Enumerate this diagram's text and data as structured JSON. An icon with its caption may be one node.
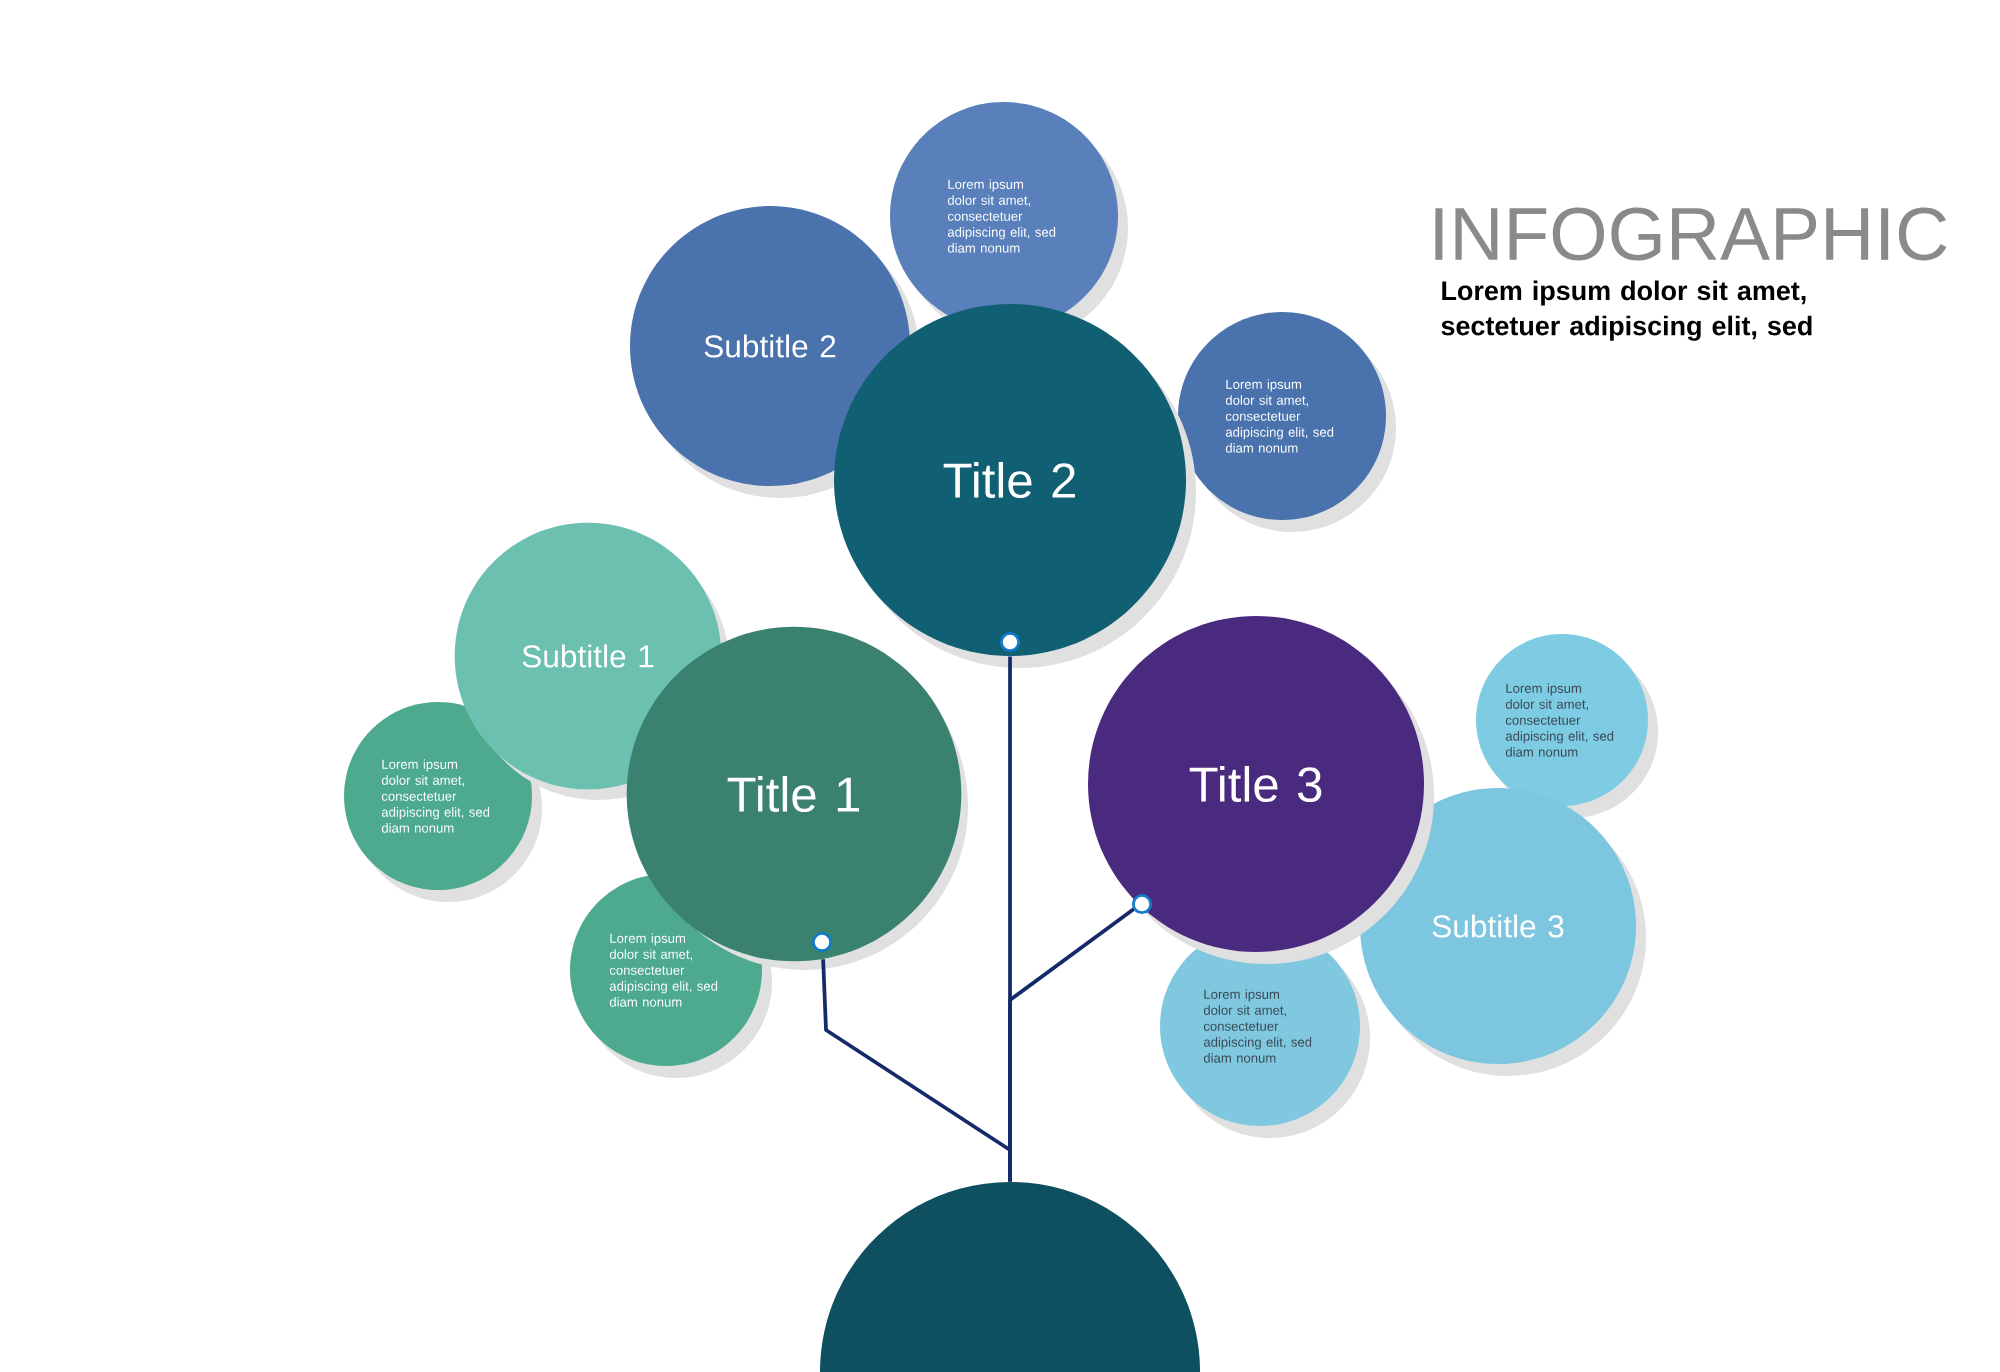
{
  "diagram": {
    "title": "INFOGRAPHIC",
    "nodes": [
      {
        "text": [
          "Lorem ipsum dolor sit amet, consectetuer adipiscing elit, sed diam nonum"
        ]
      },
      {
        "text": [
          "Subtitle 2"
        ]
      },
      {
        "text": [
          "Title 2"
        ]
      },
      {
        "text": [
          "Lorem ipsum dolor sit amet, consectetuer adipiscing elit, sed diam nonum"
        ]
      },
      {
        "text": [
          "Subtitle 1"
        ]
      },
      {
        "text": [
          "Title 1"
        ]
      },
      {
        "text": [
          "Lorem ipsum dolor sit amet, consectetuer adipiscing elit, sed diam nonum"
        ]
      },
      {
        "text": [
          "Lorem ipsum dolor sit amet, consectetuer adipiscing elit, sed diam nonum"
        ]
      },
      {
        "text": [
          "Title 3"
        ]
      },
      {
        "text": [
          "Lorem ipsum dolor sit amet, consectetuer adipiscing elit, sed diam nonum"
        ]
      },
      {
        "text": [
          "Subtitle 3"
        ]
      },
      {
        "text": [
          "Lorem ipsum dolor sit amet, consectetuer adipiscing elit, sed diam nonum"
        ]
      },
      {
        "text": [],
        "shape": "semicircle"
      }
    ],
    "edges": [
      {
        "from": 12,
        "to": 2,
        "arrow": "none"
      },
      {
        "from": 12,
        "to": 5,
        "arrow": "none"
      },
      {
        "from": 12,
        "to": 8,
        "arrow": "none"
      }
    ],
    "labels": [
      "Lorem ipsum dolor sit amet, sectetuer adipiscing elit, sed"
    ]
  }
}
